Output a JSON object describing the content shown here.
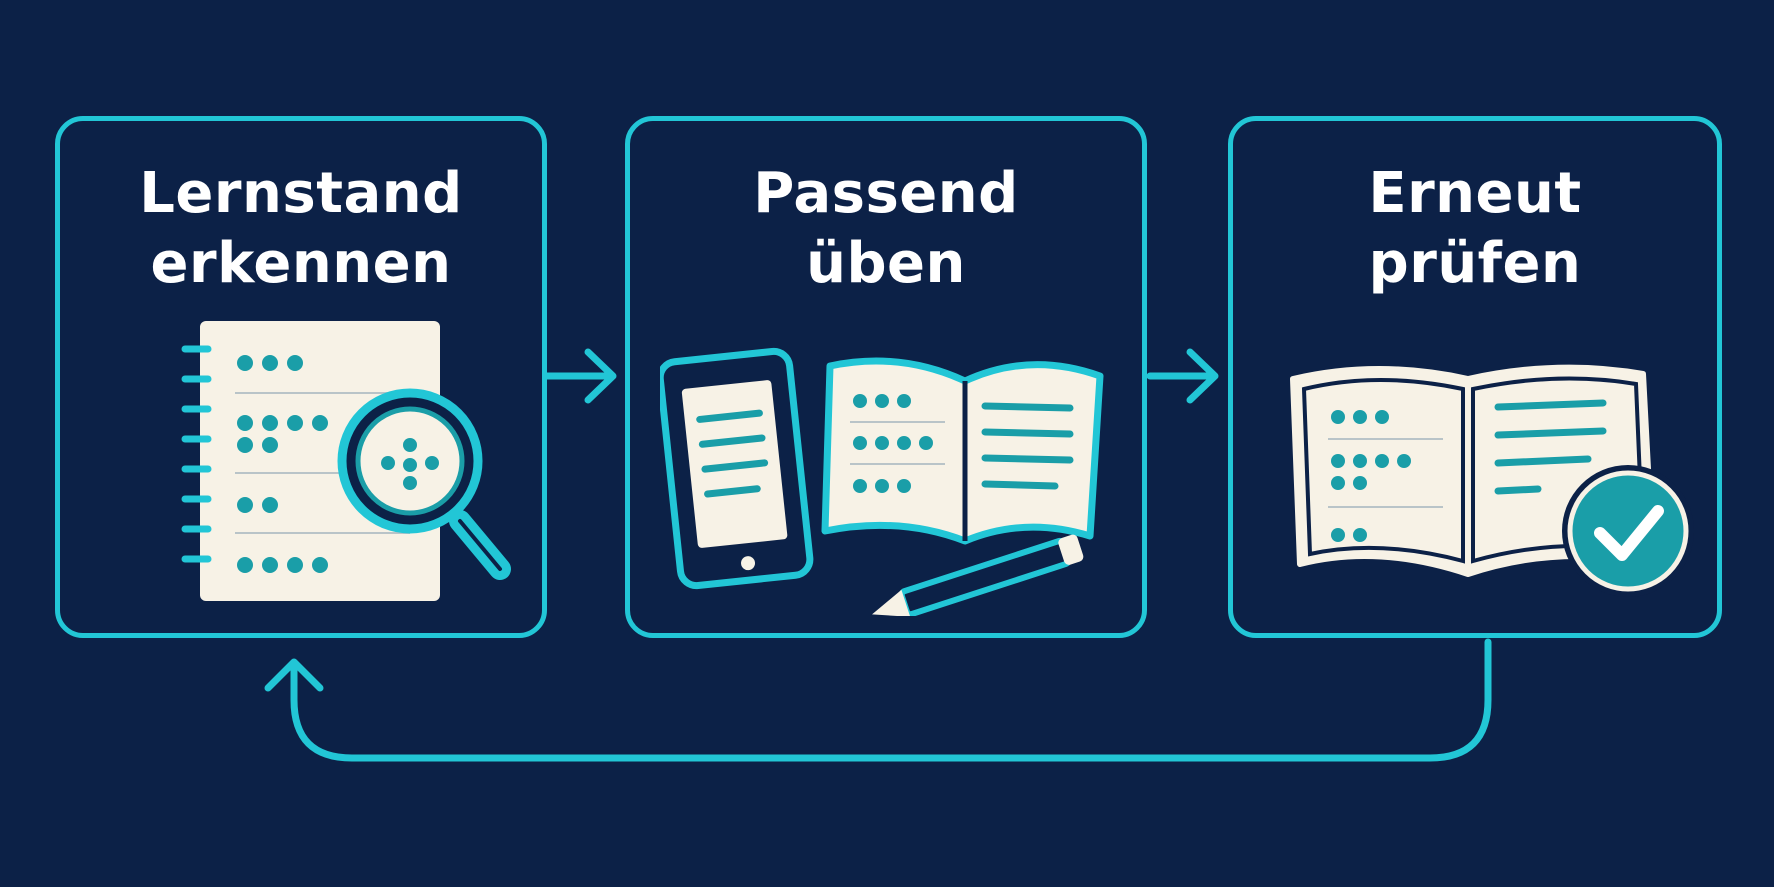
{
  "colors": {
    "background": "#0c2147",
    "accent": "#22c6d6",
    "accent_dark": "#1a9ea8",
    "paper": "#f7f2e6",
    "title_text": "#ffffff"
  },
  "steps": [
    {
      "line1": "Lernstand",
      "line2": "erkennen",
      "icon": "notebook-magnifier-icon"
    },
    {
      "line1": "Passend",
      "line2": "üben",
      "icon": "phone-book-pencil-icon"
    },
    {
      "line1": "Erneut",
      "line2": "prüfen",
      "icon": "book-checkmark-icon"
    }
  ],
  "connectors": [
    "arrow-right-icon",
    "arrow-right-icon",
    "loop-back-arrow-icon"
  ]
}
